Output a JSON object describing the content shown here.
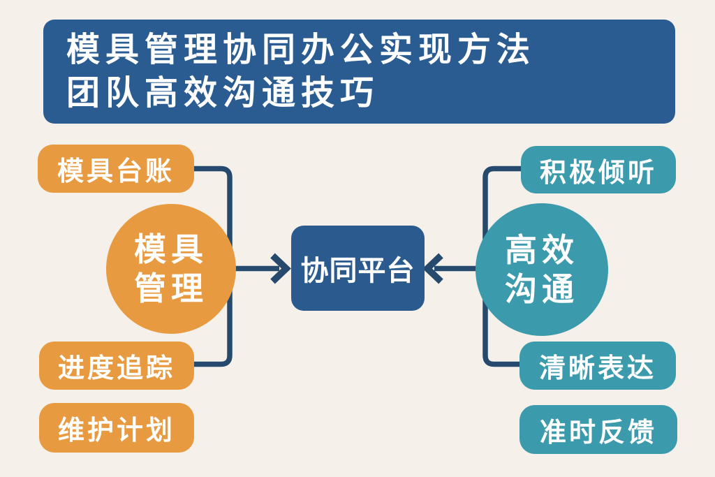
{
  "title": {
    "line1": "模具管理协同办公实现方法",
    "line2": "团队高效沟通技巧"
  },
  "center": {
    "label": "协同平台"
  },
  "left": {
    "hub_line1": "模具",
    "hub_line2": "管理",
    "branch_top": "模具台账",
    "branch_middle": "进度追踪",
    "branch_bottom": "维护计划"
  },
  "right": {
    "hub_line1": "高效",
    "hub_line2": "沟通",
    "branch_top": "积极倾听",
    "branch_middle": "清晰表达",
    "branch_bottom": "准时反馈"
  },
  "colors": {
    "background": "#f5f1ea",
    "header_blue": "#2b5c91",
    "center_box_blue": "#2b5b8e",
    "orange": "#e89a40",
    "teal": "#3b9aab",
    "connector_navy": "#254a6e",
    "text": "#ffffff"
  }
}
